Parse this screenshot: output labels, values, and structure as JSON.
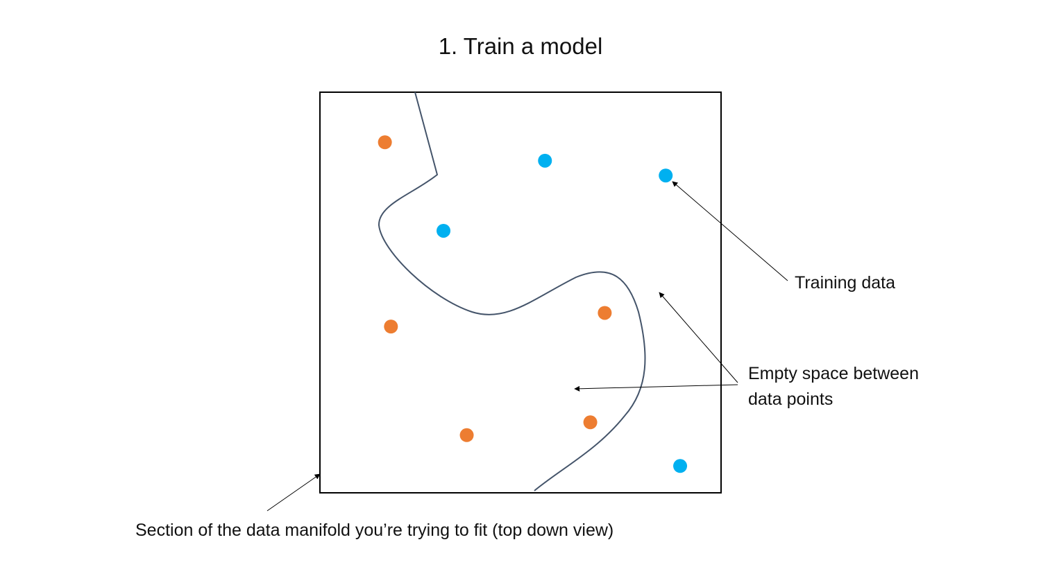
{
  "title": "1. Train a model",
  "annotations": {
    "training_data": "Training data",
    "empty_space_line1": "Empty space between",
    "empty_space_line2": "data points",
    "manifold_section": "Section of the data manifold you’re trying to fit (top down view)"
  },
  "colors": {
    "class_a": "#ED7D31",
    "class_b": "#00B0F0",
    "boundary": "#44546A",
    "frame": "#000000"
  },
  "points": {
    "class_a": [
      {
        "x": 0.162,
        "y": 0.125
      },
      {
        "x": 0.177,
        "y": 0.585
      },
      {
        "x": 0.71,
        "y": 0.551
      },
      {
        "x": 0.366,
        "y": 0.856
      },
      {
        "x": 0.674,
        "y": 0.824
      }
    ],
    "class_b": [
      {
        "x": 0.561,
        "y": 0.171
      },
      {
        "x": 0.862,
        "y": 0.208
      },
      {
        "x": 0.308,
        "y": 0.346
      },
      {
        "x": 0.898,
        "y": 0.933
      }
    ]
  }
}
